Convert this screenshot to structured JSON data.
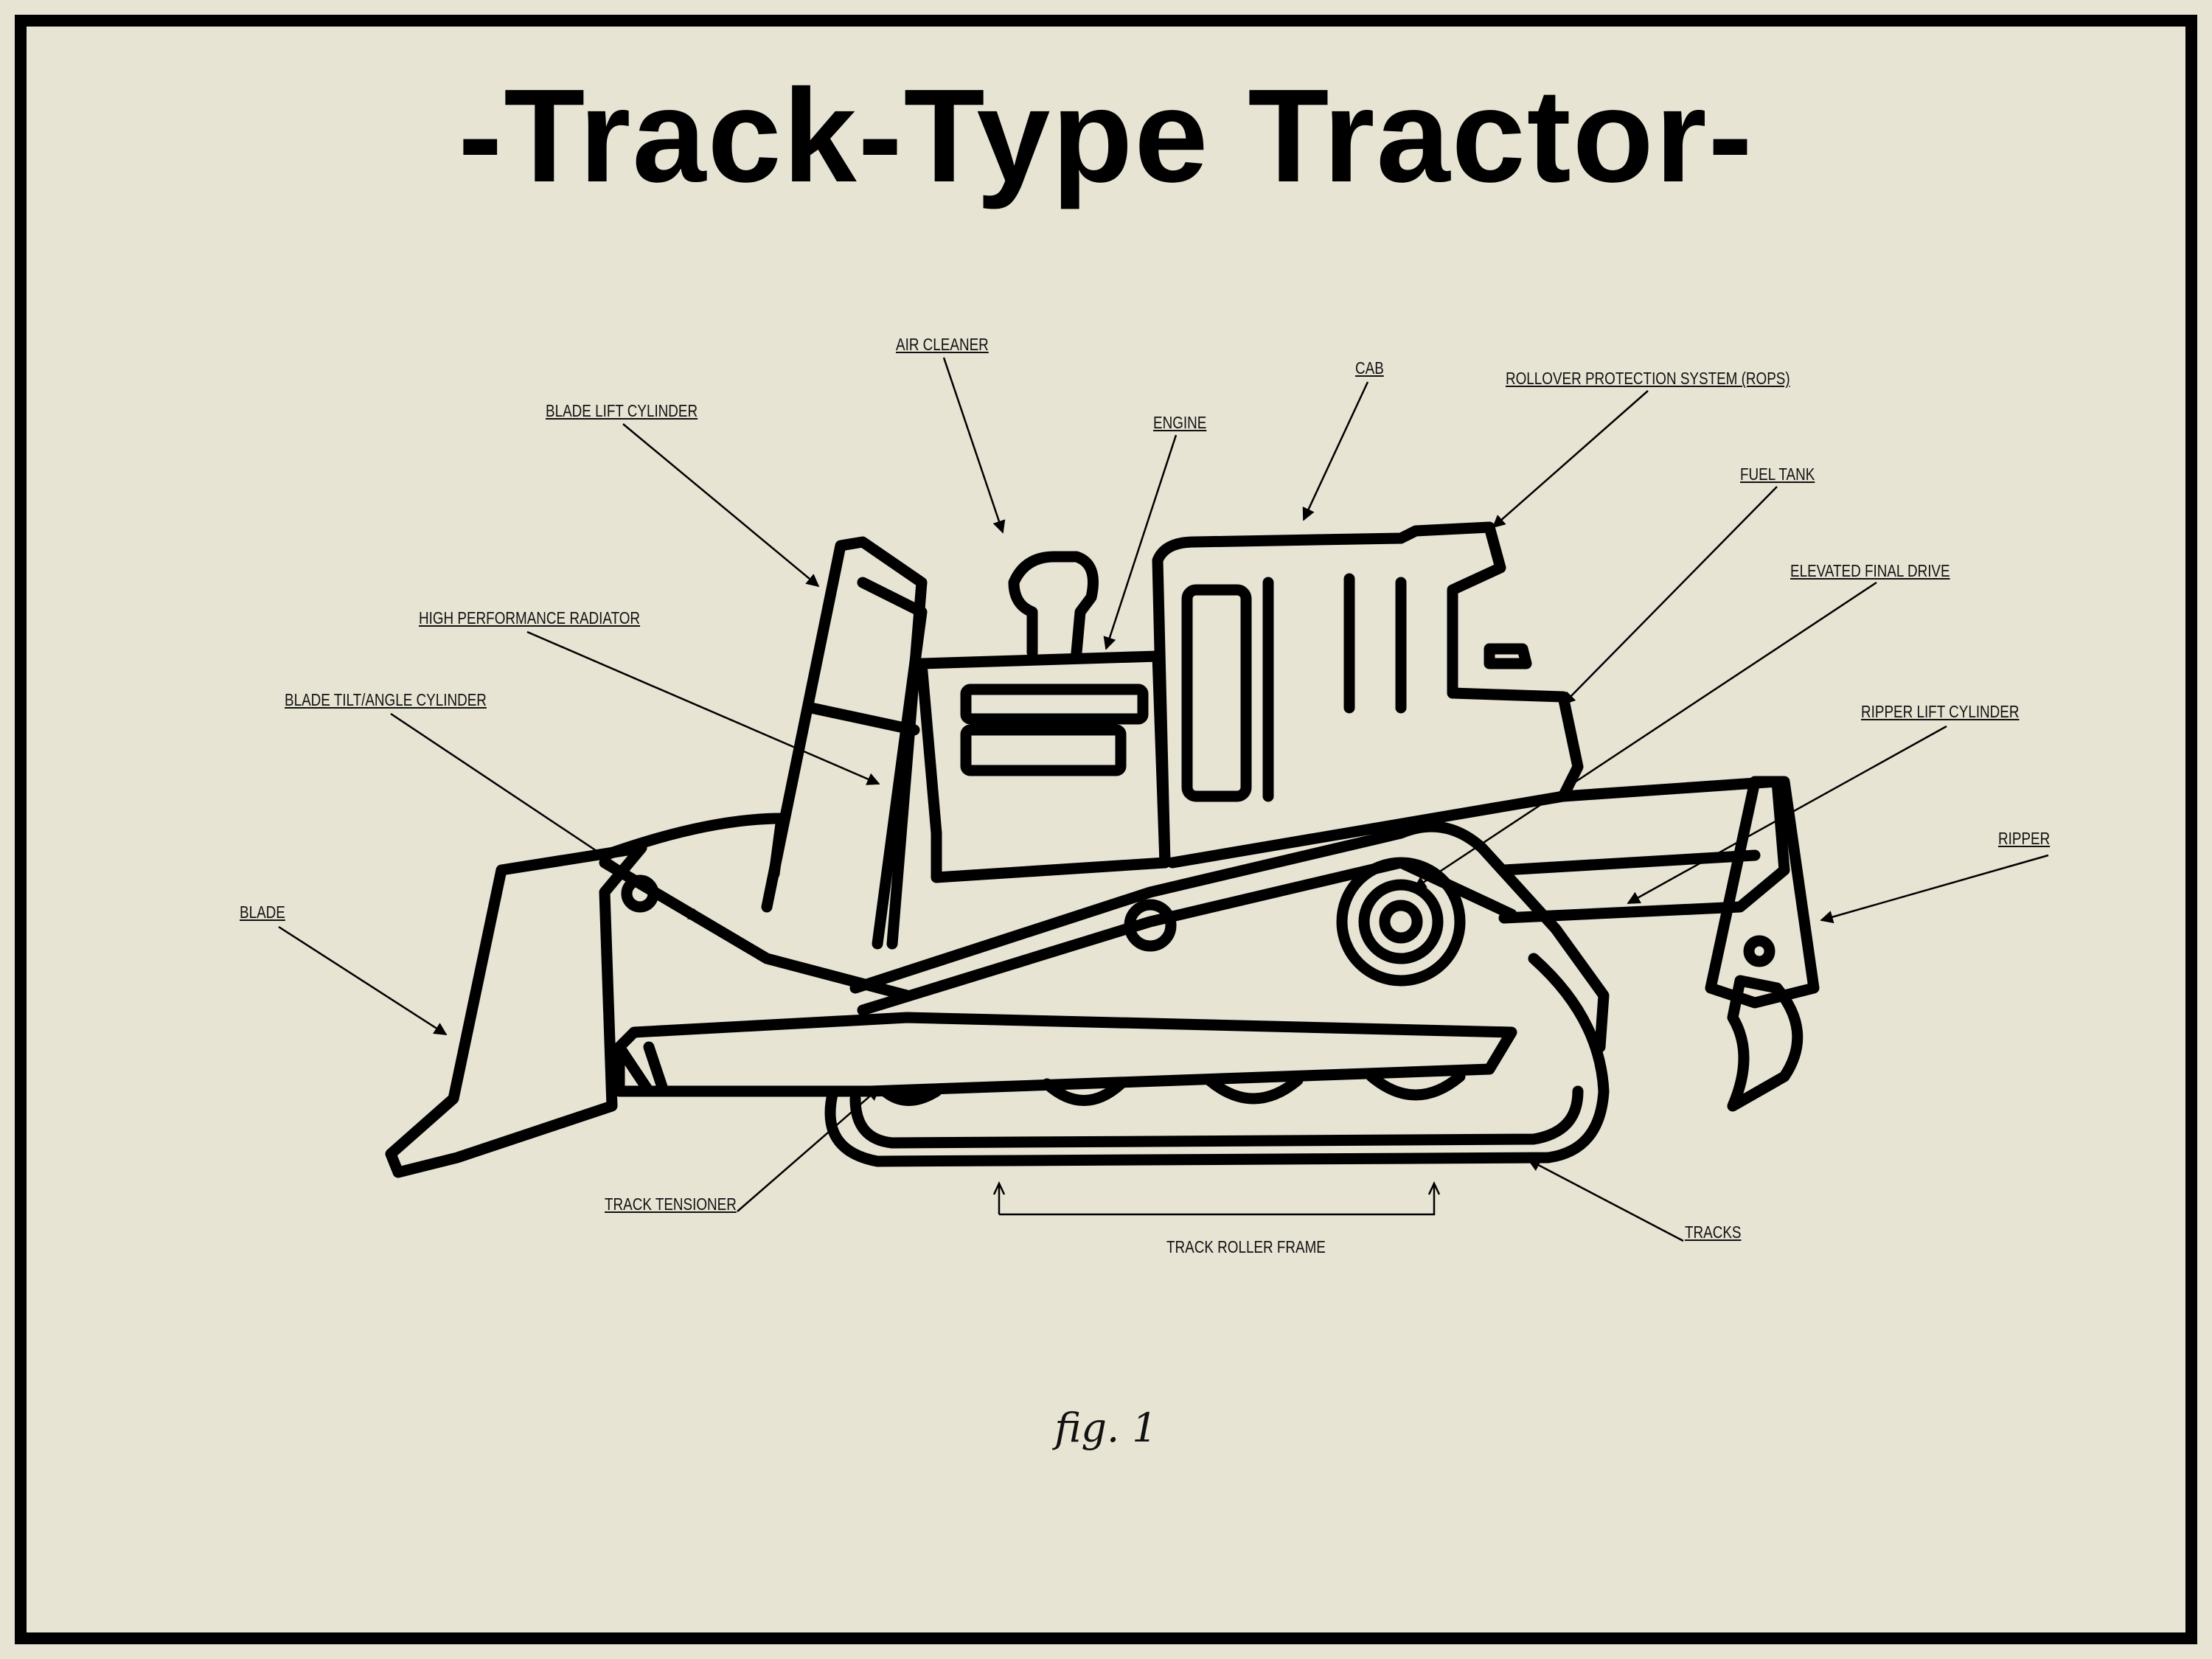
{
  "title": "-Track-Type Tractor-",
  "caption": "fig. 1",
  "labels": {
    "air_cleaner": "AIR CLEANER",
    "cab": "CAB",
    "rops": "ROLLOVER PROTECTION SYSTEM (ROPS)",
    "blade_lift_cylinder": "BLADE LIFT CYLINDER",
    "engine": "ENGINE",
    "fuel_tank": "FUEL TANK",
    "elevated_final_drive": "ELEVATED FINAL DRIVE",
    "high_performance_radiator": "HIGH PERFORMANCE RADIATOR",
    "blade_tilt_angle_cylinder": "BLADE TILT/ANGLE CYLINDER",
    "ripper_lift_cylinder": "RIPPER LIFT CYLINDER",
    "ripper": "RIPPER",
    "blade": "BLADE",
    "track_tensioner": "TRACK TENSIONER",
    "track_roller_frame": "TRACK ROLLER FRAME",
    "tracks": "TRACKS"
  }
}
